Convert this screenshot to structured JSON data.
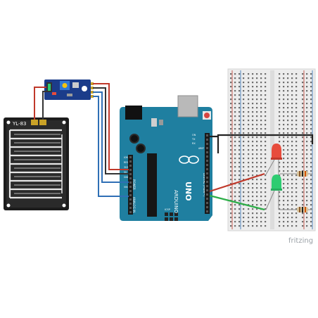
{
  "sensor_plate": {
    "label": "YL-83"
  },
  "arduino": {
    "brand": "ARDUINO",
    "model": "UNO",
    "digital_label": "DIGITAL (PWM~)",
    "power_label": "POWER",
    "analog_label": "ANALOG IN",
    "ioref_label": "IOREF",
    "reset_label": "RESET",
    "pin_3v3": "3V3",
    "pin_5v": "5V",
    "pin_gnd": "GND",
    "pin_vin": "VIN",
    "pin_aref": "AREF",
    "tx_label": "TX",
    "rx_label": "RX",
    "on_label": "ON",
    "icsp_label": "ICSP"
  },
  "watermark": {
    "text": "fritzing"
  },
  "colors": {
    "board_blue": "#1f7fa0",
    "module_blue": "#1b3c8a",
    "sensor_plate": "#222222",
    "breadboard": "#efefef",
    "wire_red": "#c0392b",
    "wire_blue": "#2f6fb5",
    "wire_green": "#2eae49",
    "wire_black": "#222222",
    "led_red": "#e74c3c",
    "led_green": "#2ecc71"
  }
}
